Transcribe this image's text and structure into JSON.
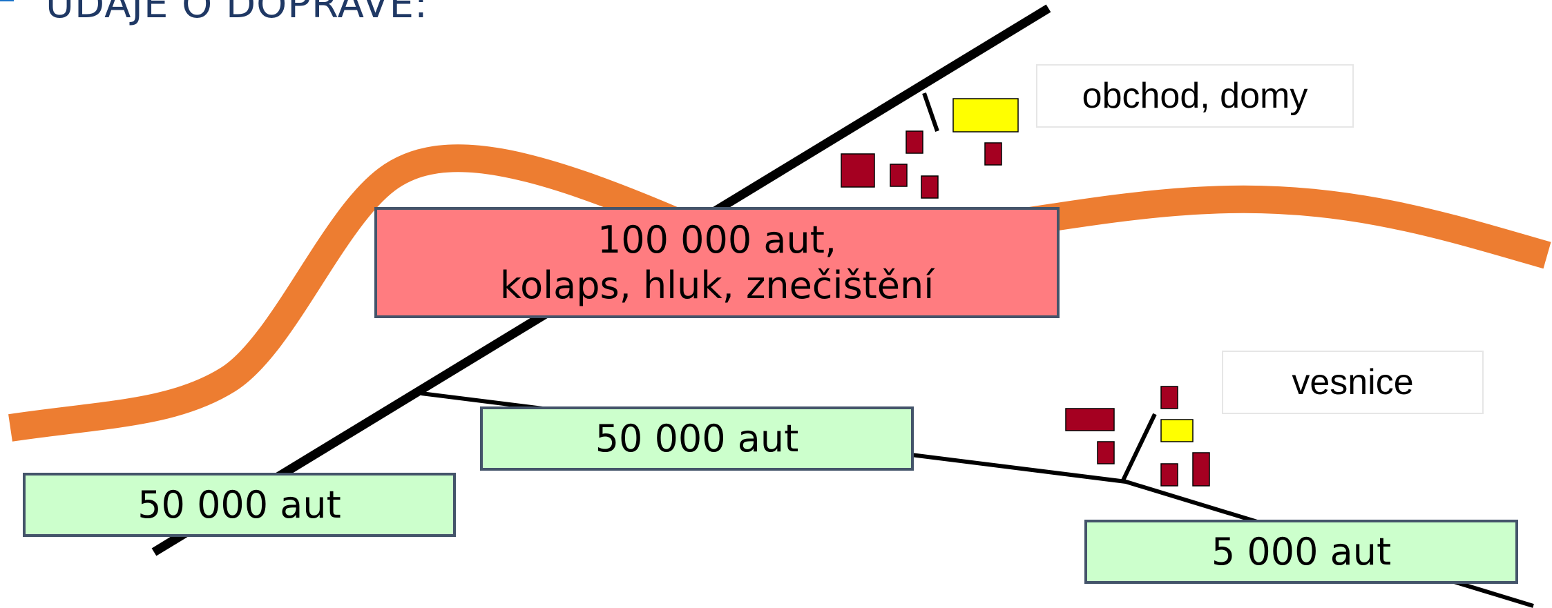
{
  "heading": {
    "text": "ÚDAJE O DOPRAVĚ:"
  },
  "boxes": {
    "main_road": {
      "line1": "100 000 aut,",
      "line2": "kolaps, hluk, znečištění"
    },
    "left_road": "50 000 aut",
    "middle_road": "50 000 aut",
    "village_road": "5 000 aut"
  },
  "labels": {
    "town": "obchod, domy",
    "village": "vesnice"
  },
  "colors": {
    "heading_text": "#1f3864",
    "bullet": "#1a73c9",
    "river": "#ed7d31",
    "road": "#000000",
    "alert_box": "#ff7c80",
    "info_box": "#ccffcc",
    "box_border": "#44546a",
    "house": "#a50021",
    "shop": "#ffff00"
  }
}
